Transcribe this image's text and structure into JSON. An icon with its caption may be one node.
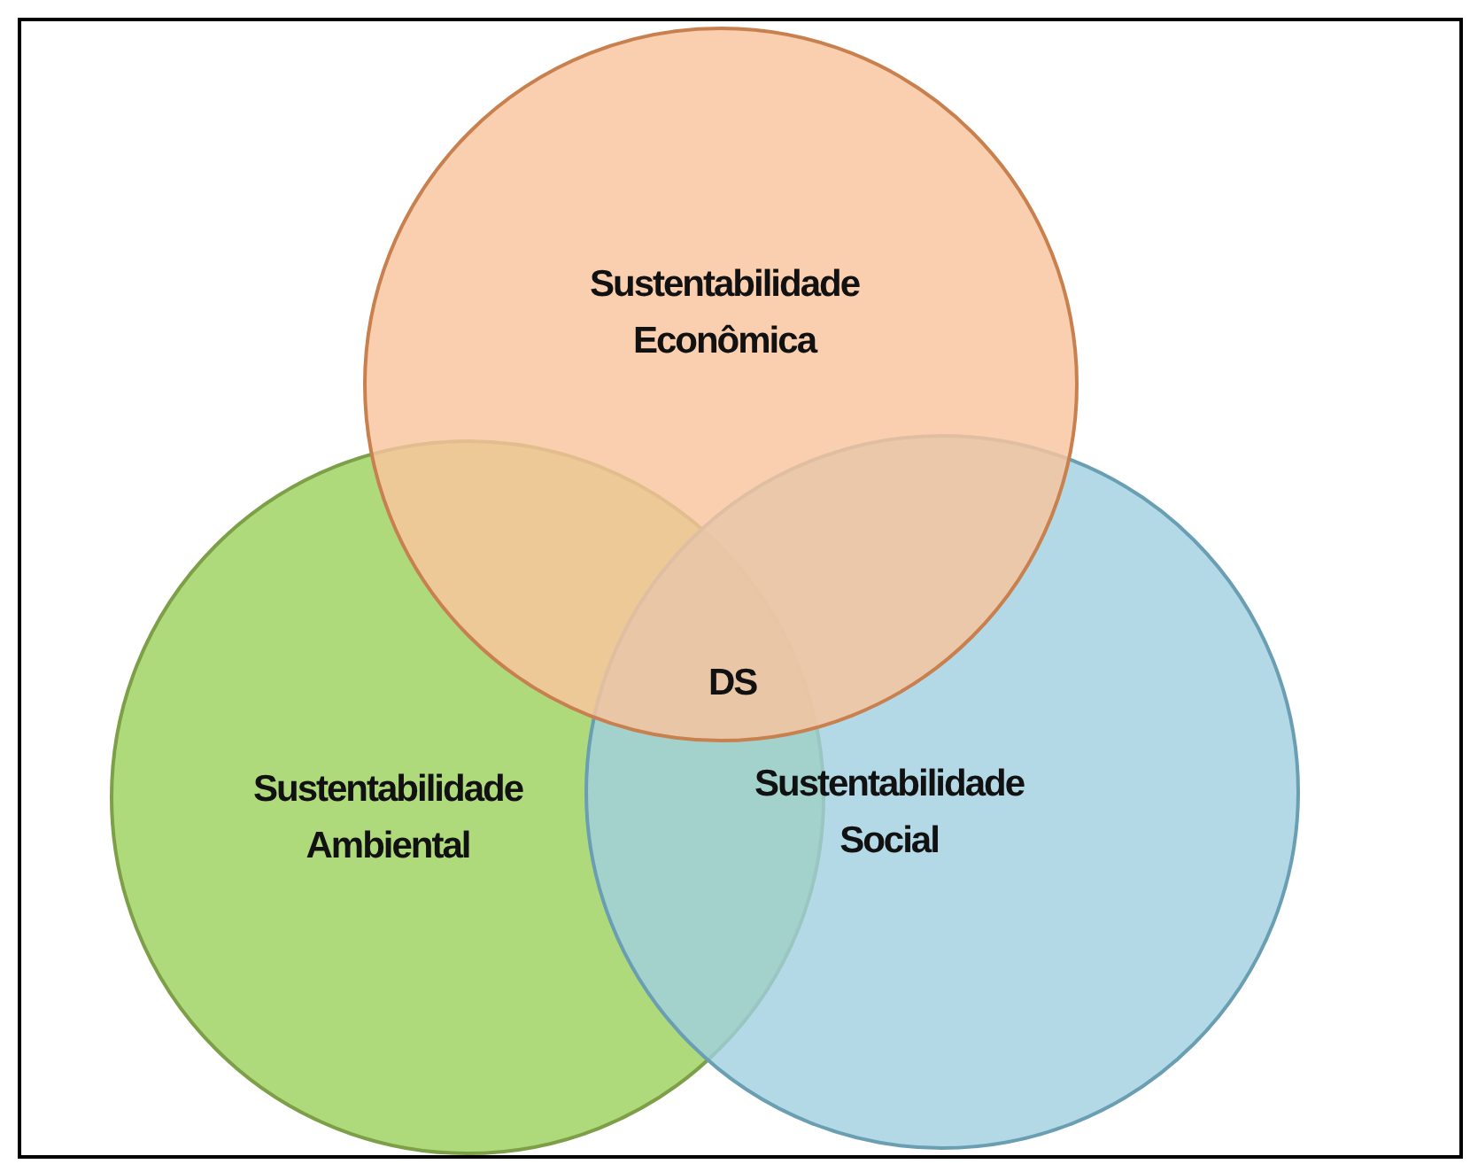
{
  "diagram": {
    "nodes": [
      {
        "text": [
          "Sustentabilidade Econômica"
        ]
      },
      {
        "text": [
          "Sustentabilidade Ambiental"
        ]
      },
      {
        "text": [
          "Sustentabilidade Social"
        ]
      }
    ],
    "edges": [],
    "labels": [
      "DS"
    ]
  }
}
